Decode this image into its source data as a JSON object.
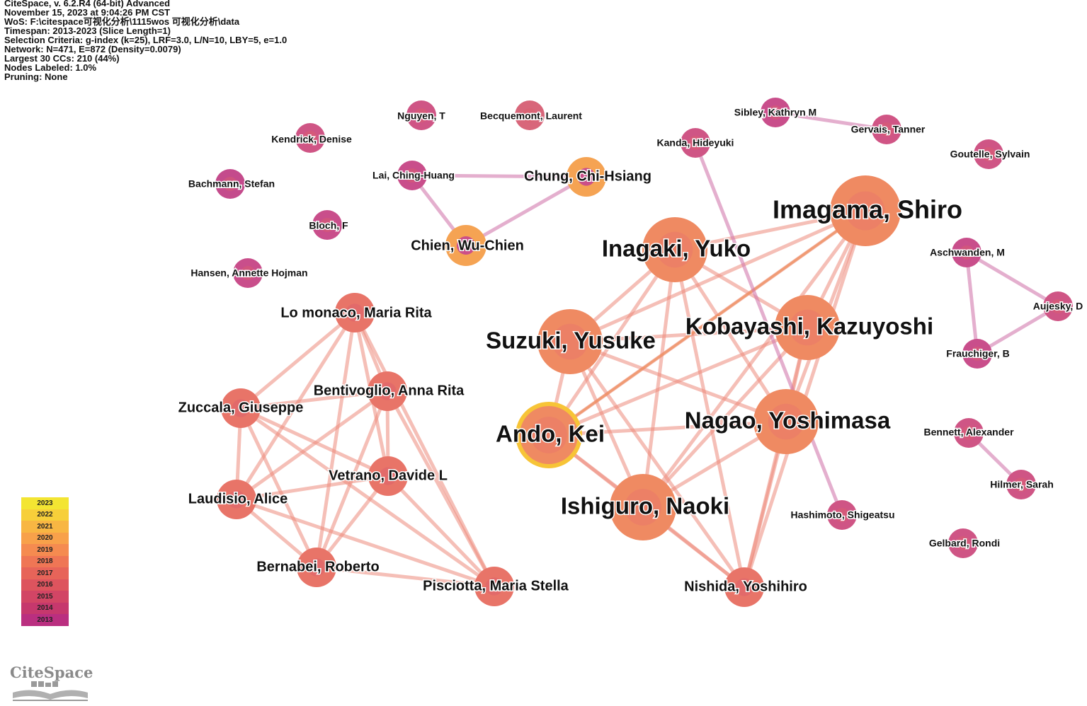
{
  "header": {
    "lines": [
      "CiteSpace, v. 6.2.R4 (64-bit) Advanced",
      "November 15, 2023 at 9:04:26 PM CST",
      "WoS: F:\\citespace可视化分析\\1115wos 可视化分析\\data",
      "Timespan: 2013-2023 (Slice Length=1)",
      "Selection Criteria: g-index (k=25), LRF=3.0, L/N=10, LBY=5, e=1.0",
      "Network: N=471, E=872 (Density=0.0079)",
      "Largest 30 CCs: 210 (44%)",
      "Nodes Labeled: 1.0%",
      "Pruning: None"
    ]
  },
  "legend": {
    "years": [
      "2023",
      "2022",
      "2021",
      "2020",
      "2019",
      "2018",
      "2017",
      "2016",
      "2015",
      "2014",
      "2013"
    ],
    "colors": [
      "#f3e532",
      "#f7cf3a",
      "#f8b643",
      "#f8a14a",
      "#f58b50",
      "#ef7655",
      "#e76459",
      "#dd545e",
      "#d24565",
      "#c6386d",
      "#ba2f80"
    ]
  },
  "logo": {
    "text": "CiteSpace"
  },
  "nodes": [
    {
      "label": "Nguyen, T",
      "color": "#cf5585"
    },
    {
      "label": "Becquemont, Laurent",
      "color": "#d8667a"
    },
    {
      "label": "Kendrick, Denise",
      "color": "#cf5585"
    },
    {
      "label": "Bachmann, Stefan",
      "color": "#c44b8c"
    },
    {
      "label": "Lai, Ching-Huang",
      "color": "#c94e8b"
    },
    {
      "label": "Chung, Chi-Hsiang",
      "color": "#f5a353"
    },
    {
      "label": "Bloch, F",
      "color": "#c94e8b"
    },
    {
      "label": "Chien, Wu-Chien",
      "color": "#f5a353"
    },
    {
      "label": "Hansen, Annette Hojman",
      "color": "#c94e8b"
    },
    {
      "label": "Sibley, Kathryn M",
      "color": "#c94e8b"
    },
    {
      "label": "Gervais, Tanner",
      "color": "#d05585"
    },
    {
      "label": "Goutelle, Sylvain",
      "color": "#cf5585"
    },
    {
      "label": "Kanda, Hideyuki",
      "color": "#cf5585"
    },
    {
      "label": "Imagama, Shiro",
      "color": "#ef8a62"
    },
    {
      "label": "Inagaki, Yuko",
      "color": "#ef8a62"
    },
    {
      "label": "Aschwanden, M",
      "color": "#c94e8b"
    },
    {
      "label": "Aujesky, D",
      "color": "#cf5585"
    },
    {
      "label": "Frauchiger, B",
      "color": "#c94e8b"
    },
    {
      "label": "Kobayashi, Kazuyoshi",
      "color": "#ef8a62"
    },
    {
      "label": "Suzuki, Yusuke",
      "color": "#ef8a62"
    },
    {
      "label": "Lo monaco, Maria Rita",
      "color": "#e87468"
    },
    {
      "label": "Bentivoglio, Anna Rita",
      "color": "#e87468"
    },
    {
      "label": "Zuccala, Giuseppe",
      "color": "#e87468"
    },
    {
      "label": "Nagao, Yoshimasa",
      "color": "#ef8a62"
    },
    {
      "label": "Ando, Kei",
      "color": "#ef8a62"
    },
    {
      "label": "Bennett, Alexander",
      "color": "#cf5585"
    },
    {
      "label": "Vetrano, Davide L",
      "color": "#e87468"
    },
    {
      "label": "Hilmer, Sarah",
      "color": "#cf5585"
    },
    {
      "label": "Laudisio, Alice",
      "color": "#e87468"
    },
    {
      "label": "Ishiguro, Naoki",
      "color": "#ef8a62"
    },
    {
      "label": "Hashimoto, Shigeatsu",
      "color": "#cf5585"
    },
    {
      "label": "Gelbard, Rondi",
      "color": "#cf5585"
    },
    {
      "label": "Bernabei, Roberto",
      "color": "#e87468"
    },
    {
      "label": "Pisciotta, Maria Stella",
      "color": "#e87468"
    },
    {
      "label": "Nishida, Yoshihiro",
      "color": "#e87468"
    }
  ]
}
